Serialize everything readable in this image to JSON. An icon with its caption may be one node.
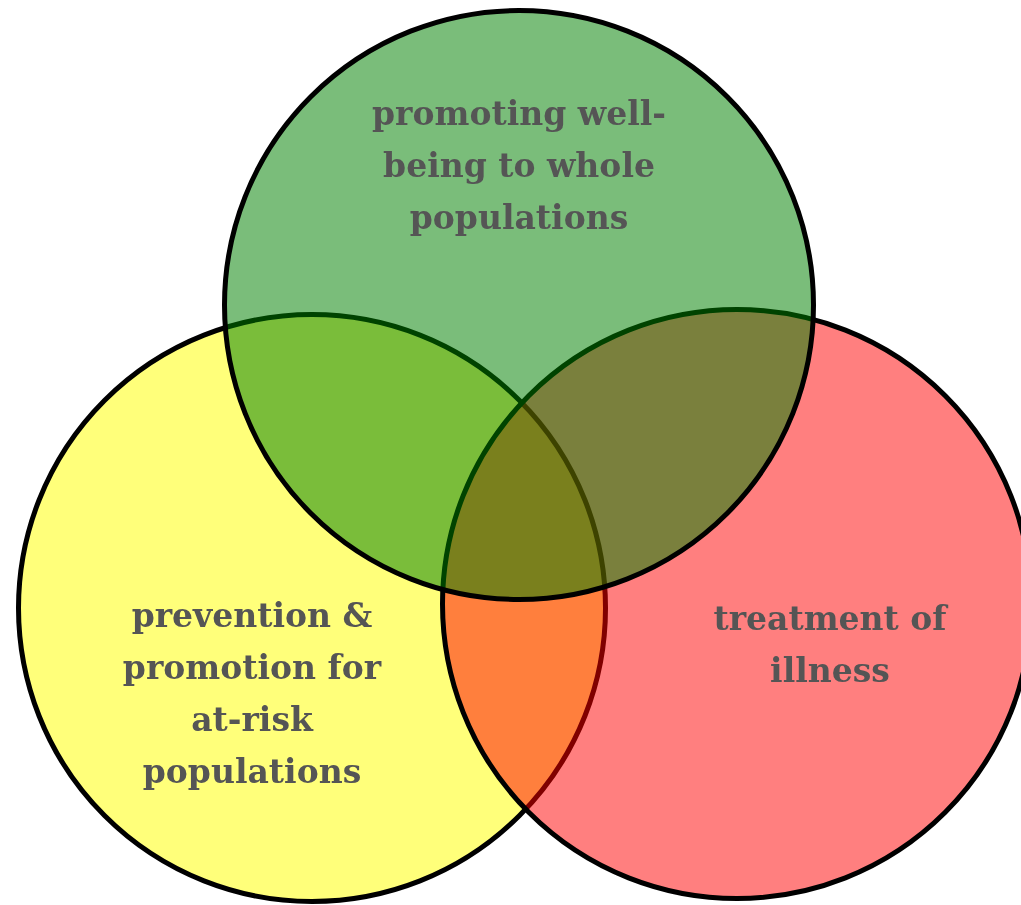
{
  "diagram": {
    "nodes": [
      {
        "text": [
          "promoting well-being to whole populations"
        ]
      },
      {
        "text": [
          "prevention & promotion for at-risk populations"
        ]
      },
      {
        "text": [
          "treatment of illness"
        ]
      }
    ]
  }
}
